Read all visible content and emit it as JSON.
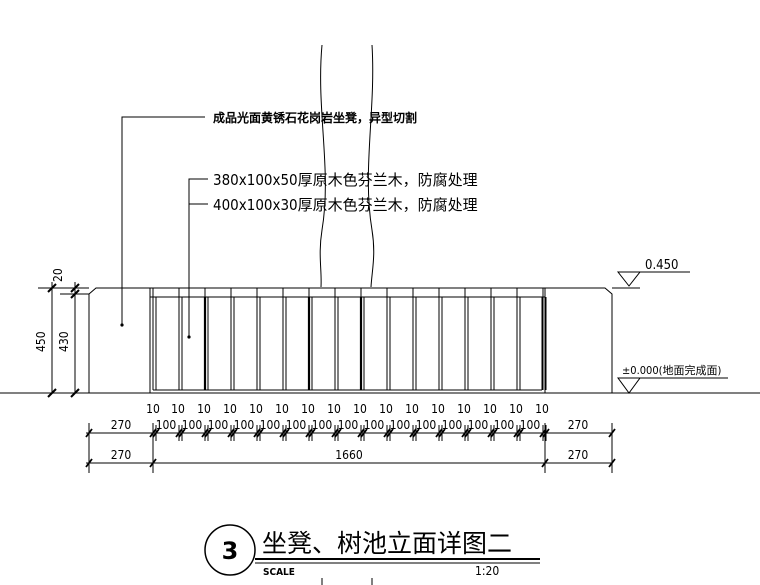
{
  "annotations": {
    "leader1": "成品光面黄锈石花岗岩坐凳，异型切割",
    "leader2": "380x100x50厚原木色芬兰木，防腐处理",
    "leader3": "400x100x30厚原木色芬兰木，防腐处理"
  },
  "levels": {
    "top": "0.450",
    "ground": "±0.000(地面完成面)"
  },
  "dims_left": {
    "d20": "20",
    "d450": "450",
    "d430": "430"
  },
  "dims_bottom": {
    "row1": [
      "10",
      "10",
      "10",
      "10",
      "10",
      "10",
      "10",
      "10",
      "10",
      "10",
      "10",
      "10",
      "10",
      "10",
      "10",
      "10"
    ],
    "row2": [
      "270",
      "100",
      "100",
      "100",
      "100",
      "100",
      "100",
      "100",
      "100",
      "100",
      "100",
      "100",
      "100",
      "100",
      "100",
      "100",
      "270"
    ],
    "row3": [
      "270",
      "1660",
      "270"
    ]
  },
  "title": {
    "number": "3",
    "text": "坐凳、树池立面详图二",
    "scale_label": "SCALE",
    "scale_value": "1:20"
  }
}
